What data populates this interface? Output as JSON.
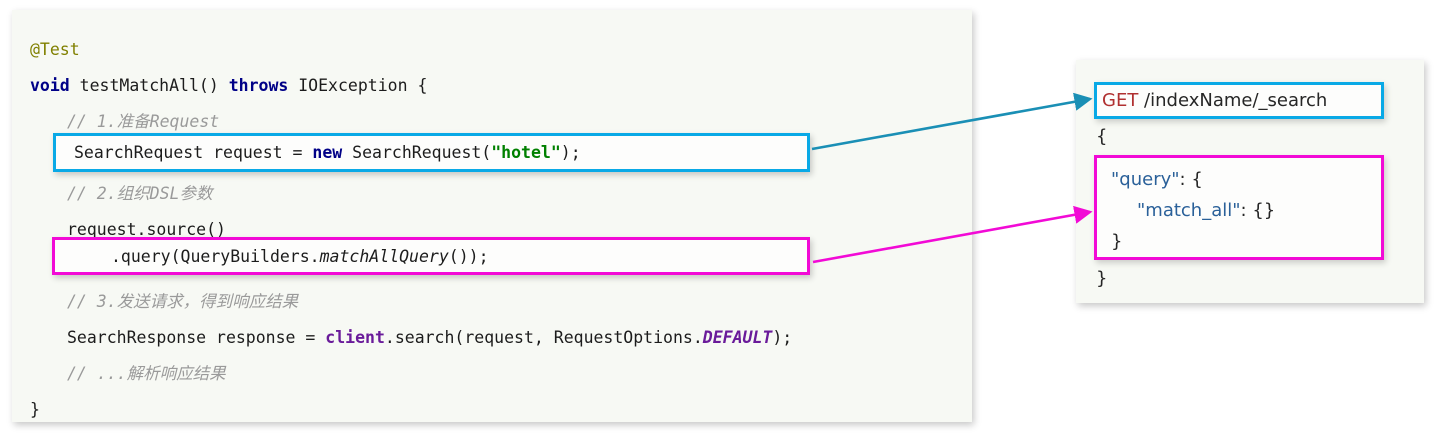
{
  "code_panel": {
    "name": "java-code-snippet",
    "background": "#f7f9f4",
    "lines": [
      {
        "id": "annotation",
        "text": "@Test"
      },
      {
        "id": "signature",
        "text": "void testMatchAll() throws IOException {"
      },
      {
        "id": "comment1",
        "text": "// 1.准备Request"
      },
      {
        "id": "stmt_request",
        "text": "SearchRequest request = new SearchRequest(\"hotel\");"
      },
      {
        "id": "comment2",
        "text": "// 2.组织DSL参数"
      },
      {
        "id": "stmt_source",
        "text": "request.source()"
      },
      {
        "id": "stmt_query",
        "text": ".query(QueryBuilders.matchAllQuery());"
      },
      {
        "id": "comment3",
        "text": "// 3.发送请求，得到响应结果"
      },
      {
        "id": "stmt_resp",
        "text": "SearchResponse response = client.search(request, RequestOptions.DEFAULT);"
      },
      {
        "id": "comment4",
        "text": "// ...解析响应结果"
      },
      {
        "id": "close_brace",
        "text": "}"
      }
    ],
    "tokens": {
      "annotation": "@Test",
      "kw_void": "void",
      "method_name": " testMatchAll() ",
      "kw_throws": "throws",
      "exception": " IOException {",
      "comment1": "// 1.准备Request",
      "req_pre": "SearchRequest request = ",
      "kw_new": "new",
      "req_mid": " SearchRequest(",
      "str_hotel": "\"hotel\"",
      "req_post": ");",
      "comment2": "// 2.组织DSL参数",
      "source_call": "request.source()",
      "query_pre": ".query(QueryBuilders.",
      "query_method": "matchAllQuery",
      "query_post": "());",
      "comment3": "// 3.发送请求，得到响应结果",
      "resp_pre": "SearchResponse response = ",
      "field_client": "client",
      "resp_mid": ".search(request, RequestOptions.",
      "field_default": "DEFAULT",
      "resp_post": ");",
      "comment4": "// ...解析响应结果",
      "close_brace": "}"
    },
    "highlights": [
      {
        "id": "cyan-highlight",
        "color": "#09a9e6",
        "target_line": "stmt_request"
      },
      {
        "id": "magenta-highlight",
        "color": "#f20ad6",
        "target_line": "stmt_query"
      }
    ]
  },
  "dsl_panel": {
    "name": "elasticsearch-dsl-request",
    "background": "#f7f9f4",
    "url_line": {
      "verb": "GET",
      "path": " /indexName/_search"
    },
    "open_brace": "{",
    "query_block": [
      "\"query\": {",
      "  \"match_all\": {}",
      "}"
    ],
    "query_block_parts": {
      "key_query": "\"query\"",
      "after_query": ": {",
      "key_match_all": "\"match_all\"",
      "after_match_all": ": {}",
      "close_inner": "}"
    },
    "close_brace": "}",
    "highlights": [
      {
        "id": "cyan-url-box",
        "color": "#09a9e6"
      },
      {
        "id": "magenta-query-box",
        "color": "#f20ad6"
      }
    ]
  },
  "arrows": [
    {
      "id": "arrow-request-to-url",
      "color": "#1a8fb5",
      "from": "cyan-highlight",
      "to": "cyan-url-box"
    },
    {
      "id": "arrow-query-to-dsl",
      "color": "#f20ad6",
      "from": "magenta-highlight",
      "to": "magenta-query-box"
    }
  ],
  "colors": {
    "keyword": "#000087",
    "annotation": "#808000",
    "comment": "#9a9a9a",
    "string": "#008000",
    "field": "#6a1b9a",
    "json_key": "#2a6099",
    "http_verb": "#b03030",
    "cyan": "#09a9e6",
    "magenta": "#f20ad6",
    "arrow_teal": "#1a8fb5"
  }
}
